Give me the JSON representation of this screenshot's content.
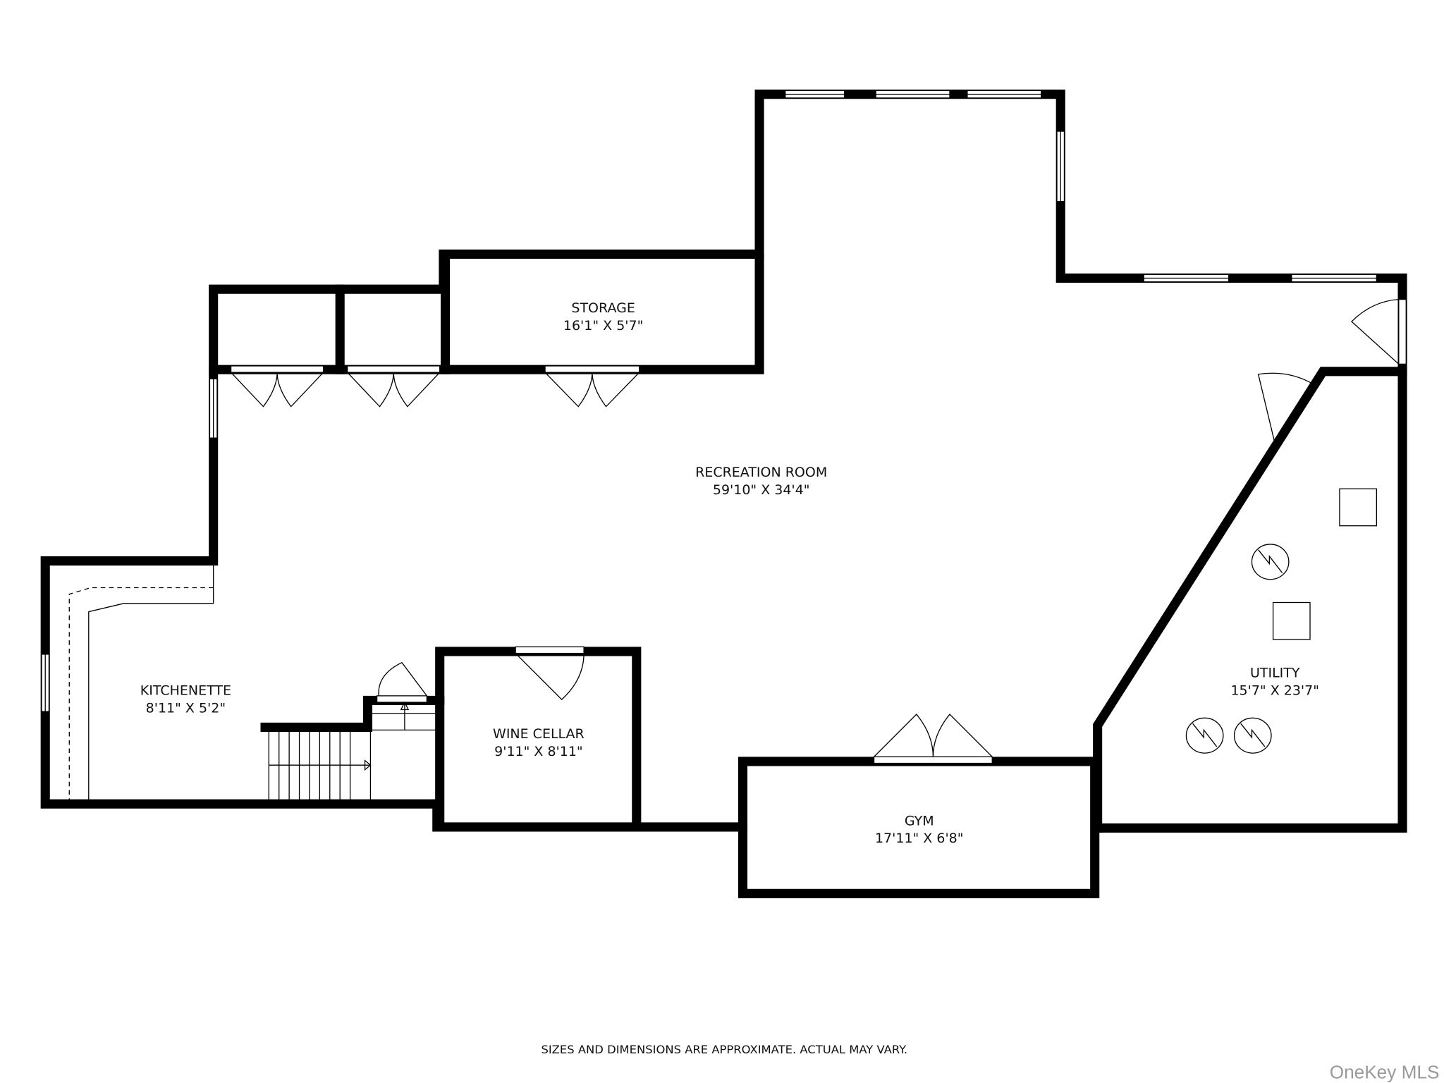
{
  "floorplan": {
    "rooms": [
      {
        "id": "storage",
        "name": "STORAGE",
        "dims": "16'1\" X 5'7\""
      },
      {
        "id": "recreation",
        "name": "RECREATION ROOM",
        "dims": "59'10\" X 34'4\""
      },
      {
        "id": "kitchenette",
        "name": "KITCHENETTE",
        "dims": "8'11\" X 5'2\""
      },
      {
        "id": "wine_cellar",
        "name": "WINE CELLAR",
        "dims": "9'11\" X 8'11\""
      },
      {
        "id": "gym",
        "name": "GYM",
        "dims": "17'11\" X 6'8\""
      },
      {
        "id": "utility",
        "name": "UTILITY",
        "dims": "15'7\" X 23'7\""
      }
    ],
    "disclaimer": "SIZES AND DIMENSIONS ARE APPROXIMATE. ACTUAL MAY VARY.",
    "watermark": "OneKey MLS",
    "colors": {
      "wall": "#000000",
      "background": "#ffffff",
      "watermark": "#9a9a9a"
    }
  }
}
